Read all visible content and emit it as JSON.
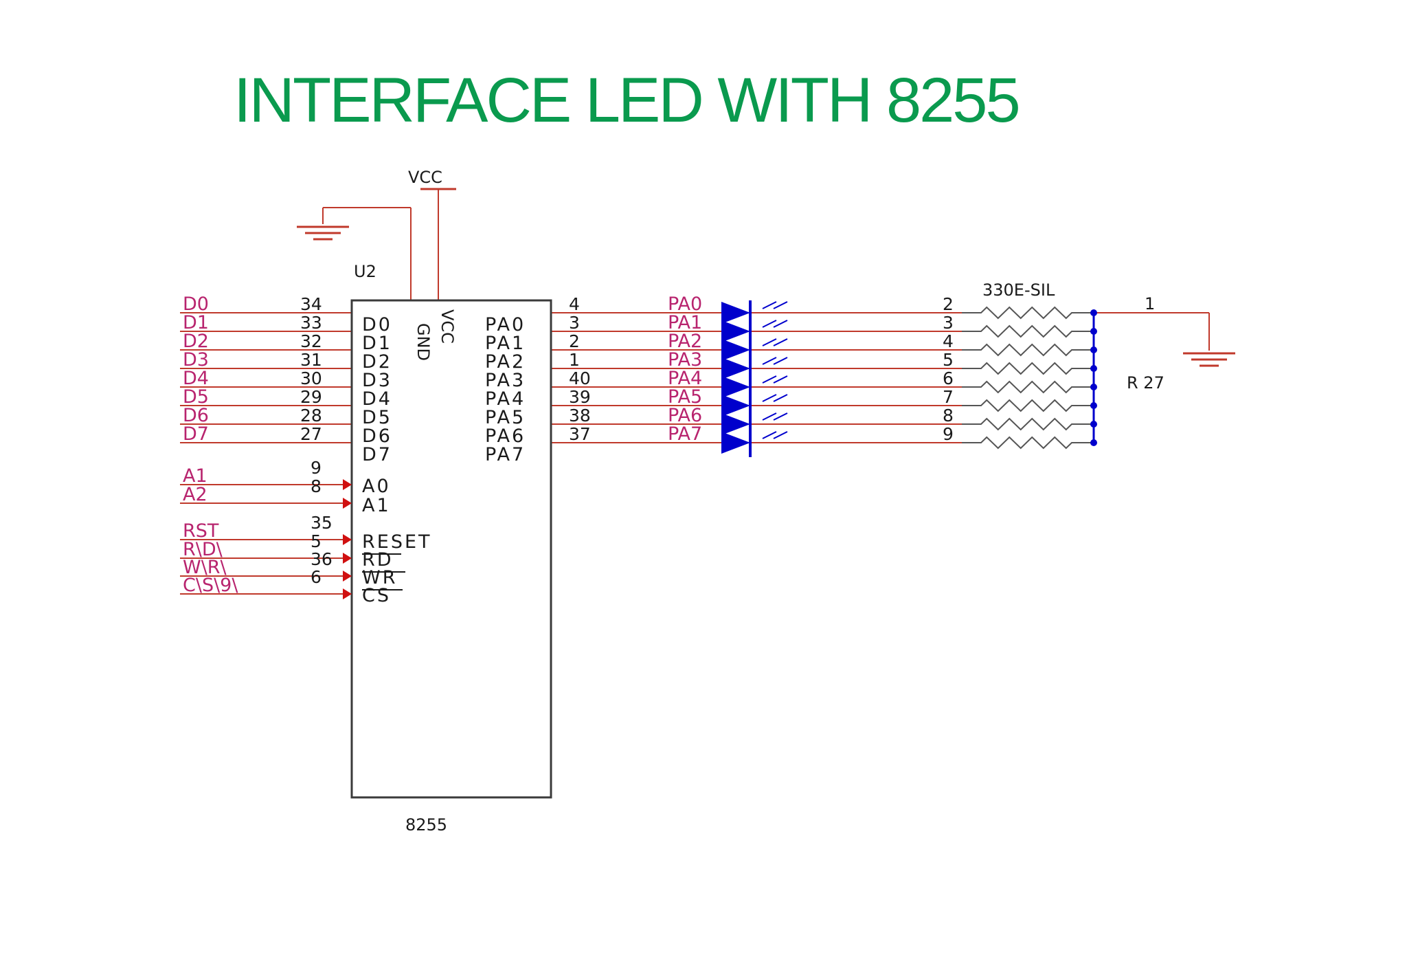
{
  "title": "INTERFACE LED WITH 8255",
  "colors": {
    "title": "#0a9a4e",
    "wire": "#c0392b",
    "net_label": "#b8246e",
    "led": "#0000cc",
    "text": "#1a1a1a"
  },
  "power": {
    "vcc_label": "VCC"
  },
  "chip": {
    "ref": "U2",
    "part": "8255",
    "gnd_pin": "GND",
    "vcc_pin": "VCC",
    "data_pins": [
      {
        "net": "D0",
        "num": "34",
        "name": "D0"
      },
      {
        "net": "D1",
        "num": "33",
        "name": "D1"
      },
      {
        "net": "D2",
        "num": "32",
        "name": "D2"
      },
      {
        "net": "D3",
        "num": "31",
        "name": "D3"
      },
      {
        "net": "D4",
        "num": "30",
        "name": "D4"
      },
      {
        "net": "D5",
        "num": "29",
        "name": "D5"
      },
      {
        "net": "D6",
        "num": "28",
        "name": "D6"
      },
      {
        "net": "D7",
        "num": "27",
        "name": "D7"
      }
    ],
    "addr_pins": [
      {
        "net": "A1",
        "num": "9",
        "name": "A0"
      },
      {
        "net": "A2",
        "num": "8",
        "name": "A1"
      }
    ],
    "ctrl_pins": [
      {
        "net": "RST",
        "num": "35",
        "name": "RESET"
      },
      {
        "net": "R\\D\\",
        "num": "5",
        "name": "RD"
      },
      {
        "net": "W\\R\\",
        "num": "36",
        "name": "WR"
      },
      {
        "net": "C\\S\\9\\",
        "num": "6",
        "name": "CS"
      }
    ],
    "port_pins": [
      {
        "name": "PA0",
        "num": "4",
        "net": "PA0",
        "rpin": "2"
      },
      {
        "name": "PA1",
        "num": "3",
        "net": "PA1",
        "rpin": "3"
      },
      {
        "name": "PA2",
        "num": "2",
        "net": "PA2",
        "rpin": "4"
      },
      {
        "name": "PA3",
        "num": "1",
        "net": "PA3",
        "rpin": "5"
      },
      {
        "name": "PA4",
        "num": "40",
        "net": "PA4",
        "rpin": "6"
      },
      {
        "name": "PA5",
        "num": "39",
        "net": "PA5",
        "rpin": "7"
      },
      {
        "name": "PA6",
        "num": "38",
        "net": "PA6",
        "rpin": "8"
      },
      {
        "name": "PA7",
        "num": "37",
        "net": "PA7",
        "rpin": "9"
      }
    ]
  },
  "resistor_pack": {
    "value": "330E-SIL",
    "ref": "R 27",
    "common_pin": "1"
  }
}
